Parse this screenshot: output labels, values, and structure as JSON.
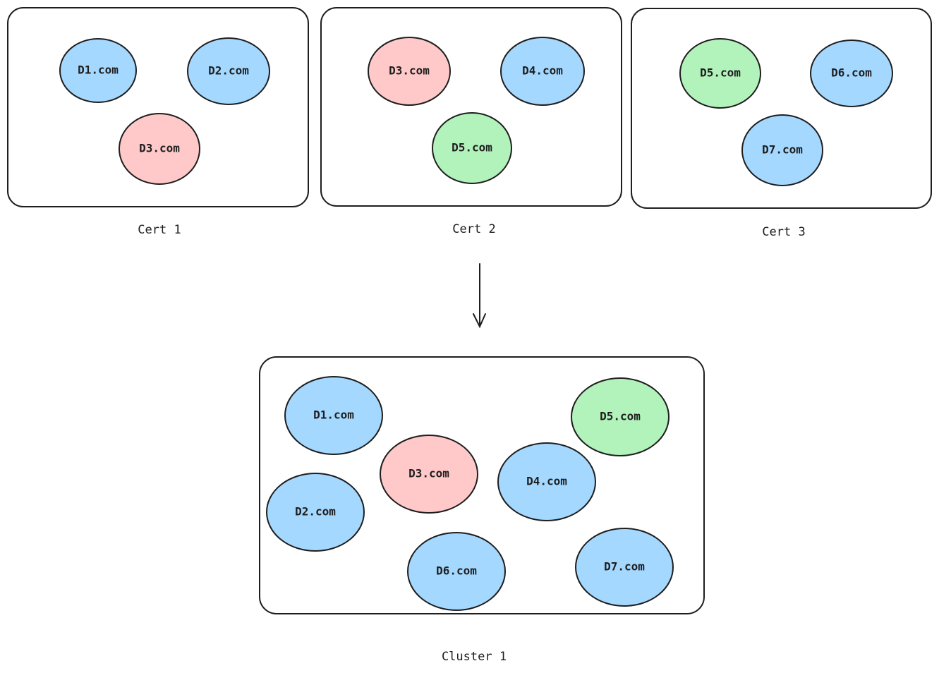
{
  "colors": {
    "blue": "#a5d8ff",
    "red": "#ffc9c9",
    "green": "#b2f2bb",
    "stroke": "#1e1e1e"
  },
  "groups": [
    {
      "caption": "Cert 1",
      "nodes": [
        {
          "label": "D1.com",
          "color": "blue"
        },
        {
          "label": "D2.com",
          "color": "blue"
        },
        {
          "label": "D3.com",
          "color": "red"
        }
      ]
    },
    {
      "caption": "Cert 2",
      "nodes": [
        {
          "label": "D3.com",
          "color": "red"
        },
        {
          "label": "D4.com",
          "color": "blue"
        },
        {
          "label": "D5.com",
          "color": "green"
        }
      ]
    },
    {
      "caption": "Cert 3",
      "nodes": [
        {
          "label": "D5.com",
          "color": "green"
        },
        {
          "label": "D6.com",
          "color": "blue"
        },
        {
          "label": "D7.com",
          "color": "blue"
        }
      ]
    }
  ],
  "cluster": {
    "caption": "Cluster 1",
    "nodes": [
      {
        "label": "D1.com",
        "color": "blue"
      },
      {
        "label": "D5.com",
        "color": "green"
      },
      {
        "label": "D3.com",
        "color": "red"
      },
      {
        "label": "D4.com",
        "color": "blue"
      },
      {
        "label": "D2.com",
        "color": "blue"
      },
      {
        "label": "D6.com",
        "color": "blue"
      },
      {
        "label": "D7.com",
        "color": "blue"
      }
    ]
  }
}
